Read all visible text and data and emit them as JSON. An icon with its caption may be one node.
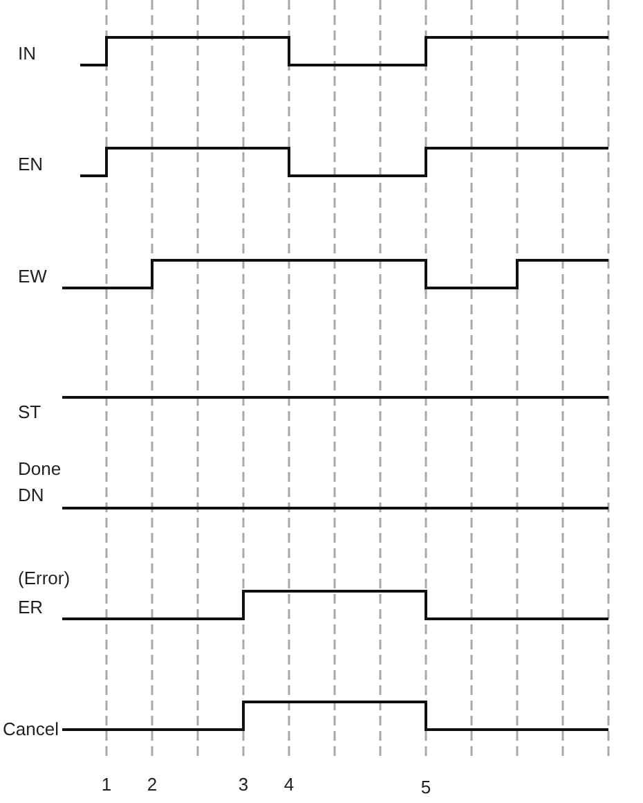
{
  "diagram": {
    "labels": [
      "IN",
      "EN",
      "EW",
      "ST",
      "Done",
      "DN",
      "(Error)",
      "ER",
      "Cancel",
      "1",
      "2",
      "3",
      "4",
      "5"
    ]
  }
}
